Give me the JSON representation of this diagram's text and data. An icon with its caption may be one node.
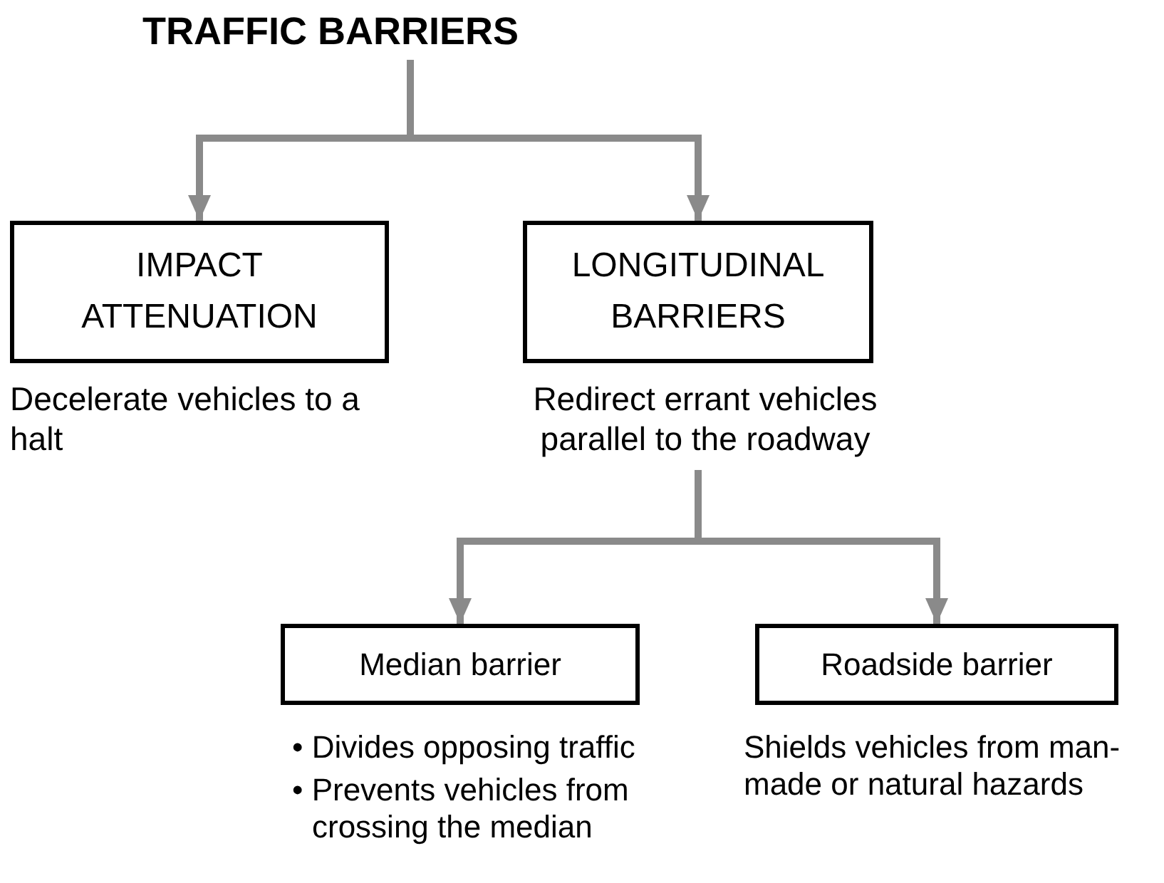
{
  "diagram": {
    "nodes": [
      {
        "text": [
          "TRAFFIC BARRIERS"
        ]
      },
      {
        "text": [
          "IMPACT ATTENUATION"
        ],
        "beside": [
          "Decelerate vehicles to a halt"
        ]
      },
      {
        "text": [
          "LONGITUDINAL BARRIERS"
        ],
        "beside": [
          "Redirect errant vehicles parallel to the roadway"
        ]
      },
      {
        "text": [
          "Median barrier"
        ],
        "beside": [
          "• Divides opposing traffic",
          "• Prevents vehicles from crossing the median"
        ]
      },
      {
        "text": [
          "Roadside barrier"
        ],
        "beside": [
          "Shields vehicles from man-made or natural hazards"
        ]
      }
    ],
    "edges": [
      {
        "from": 0,
        "to": 1,
        "arrow": "to",
        "color": "#8a8a8a"
      },
      {
        "from": 0,
        "to": 2,
        "arrow": "to",
        "color": "#8a8a8a"
      },
      {
        "from": 2,
        "to": 3,
        "arrow": "to",
        "color": "#8a8a8a"
      },
      {
        "from": 2,
        "to": 4,
        "arrow": "to",
        "color": "#8a8a8a"
      }
    ]
  }
}
